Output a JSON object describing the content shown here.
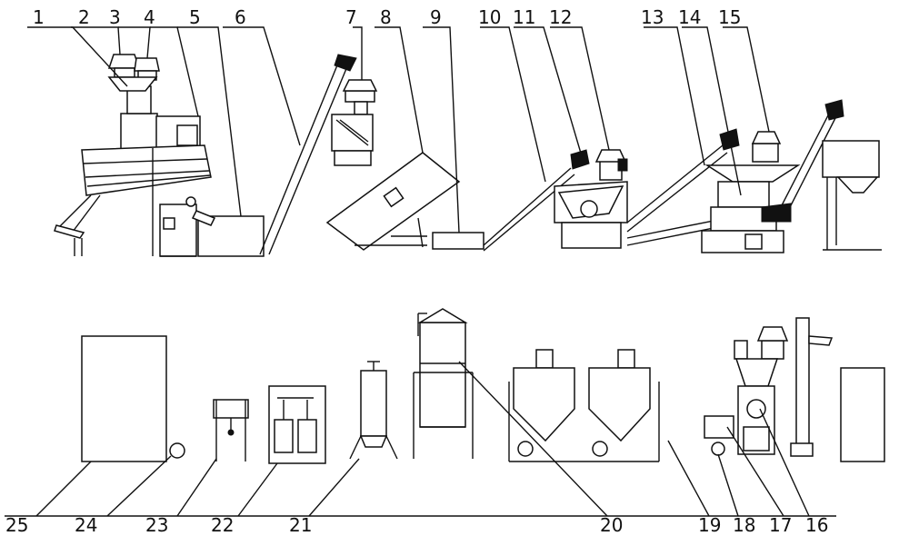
{
  "labels": {
    "1": "1",
    "2": "2",
    "3": "3",
    "4": "4",
    "5": "5",
    "6": "6",
    "7": "7",
    "8": "8",
    "9": "9",
    "10": "10",
    "11": "11",
    "12": "12",
    "13": "13",
    "14": "14",
    "15": "15",
    "16": "16",
    "17": "17",
    "18": "18",
    "19": "19",
    "20": "20",
    "21": "21",
    "22": "22",
    "23": "23",
    "24": "24",
    "25": "25"
  }
}
